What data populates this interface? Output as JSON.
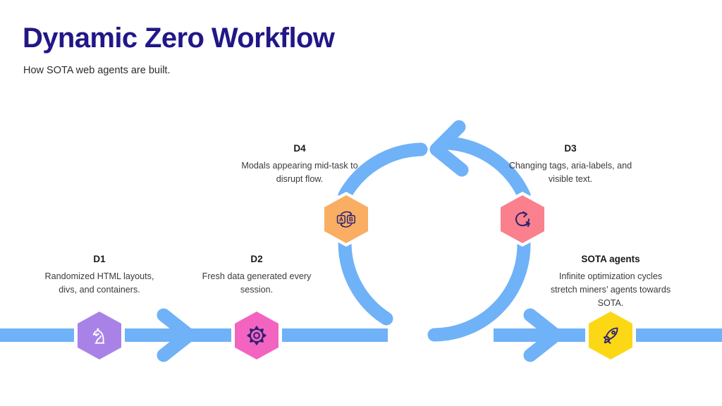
{
  "header": {
    "title": "Dynamic Zero Workflow",
    "subtitle": "How SOTA web agents are built.",
    "title_color": "#211787"
  },
  "theme": {
    "flow_blue": "#6FB2F7",
    "background": "#FFFFFF",
    "icon_stroke": "#2D2173"
  },
  "diagram": {
    "type": "cycle-flow",
    "flow_direction": "left-to-right with central counterclockwise loop",
    "nodes": [
      {
        "id": "d1",
        "label": "D1",
        "description": "Randomized HTML layouts, divs, and containers.",
        "desc_lines": [
          "Randomized HTML layouts,",
          "divs, and containers."
        ],
        "icon": "chess-knight-icon",
        "hex_color": "#A982E8",
        "position": "bottom-row-1"
      },
      {
        "id": "d2",
        "label": "D2",
        "description": "Fresh data generated every session.",
        "desc_lines": [
          "Fresh data generated every",
          "session."
        ],
        "icon": "gear-icon",
        "hex_color": "#F364C0",
        "position": "bottom-row-2"
      },
      {
        "id": "d4",
        "label": "D4",
        "description": "Modals appearing mid-task to disrupt flow.",
        "desc_lines": [
          "Modals appearing mid-task to",
          "disrupt flow."
        ],
        "icon": "ab-test-icon",
        "hex_color": "#F9AE63",
        "position": "loop-left"
      },
      {
        "id": "d3",
        "label": "D3",
        "description": "Changing tags, aria-labels, and visible text.",
        "desc_lines": [
          "Changing tags, aria-labels, and",
          "visible text."
        ],
        "icon": "refresh-cycle-icon",
        "hex_color": "#F9808C",
        "position": "loop-right"
      },
      {
        "id": "sota",
        "label": "SOTA agents",
        "description": "Infinite optimization cycles stretch miners’ agents towards SOTA.",
        "desc_lines": [
          "Infinite optimization cycles",
          "stretch miners’ agents towards",
          "SOTA."
        ],
        "icon": "rocket-icon",
        "hex_color": "#FCD716",
        "position": "bottom-row-3"
      }
    ],
    "connectors": [
      {
        "id": "track-left",
        "kind": "horizontal-track"
      },
      {
        "id": "arrow-d1-d2",
        "kind": "chevron-arrow-right"
      },
      {
        "id": "arrow-d2-loop",
        "kind": "horizontal-track"
      },
      {
        "id": "loop-circle",
        "kind": "counterclockwise-loop-arrow"
      },
      {
        "id": "arrow-loop-sota",
        "kind": "chevron-arrow-right"
      },
      {
        "id": "track-right",
        "kind": "horizontal-track"
      }
    ]
  }
}
